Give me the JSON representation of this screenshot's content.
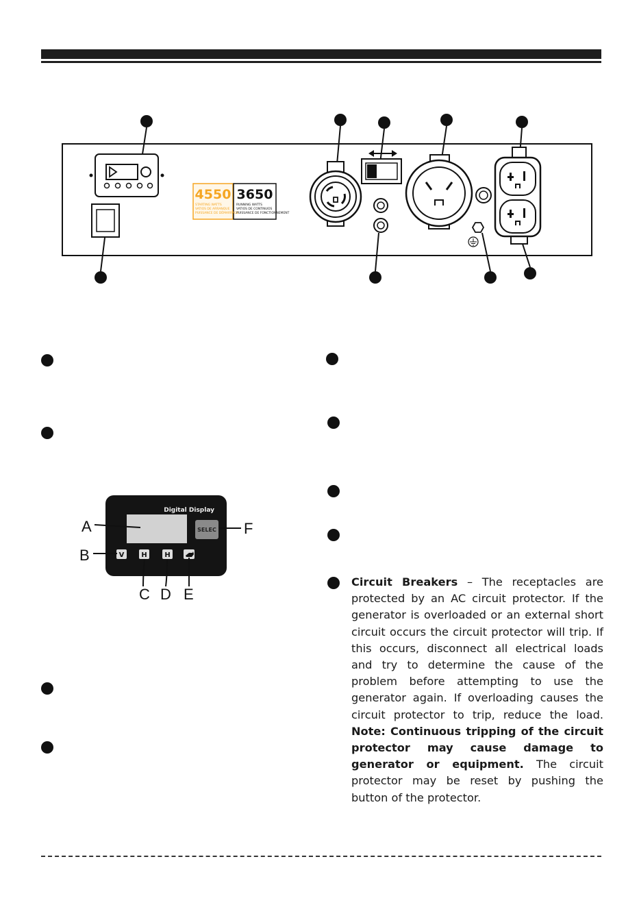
{
  "watt_label": {
    "starting_value": "4550",
    "starting_lines": [
      "STARTING WATTS",
      "VATIOS DE ARRANQUE",
      "PUISSANCE DE DÉMARRAGE"
    ],
    "running_value": "3650",
    "running_lines": [
      "RUNNING WATTS",
      "VATIOS DE CONTINUOS",
      "PUISSANCE DE FONCTIONNEMENT"
    ],
    "accent_color": "#f5a623"
  },
  "digital_display": {
    "title": "Digital Display",
    "select_label": "SELEC",
    "callouts": {
      "a": "A",
      "b": "B",
      "c": "C",
      "d": "D",
      "e": "E",
      "f": "F"
    },
    "indicators": {
      "volt": "V",
      "hz": "H",
      "hour": "H"
    }
  },
  "circuit_breakers": {
    "heading": "Circuit Breakers",
    "intro": " – The receptacles are protected by an AC circuit protector. If the generator is overloaded or an external short circuit occurs the circuit protector will trip. If this occurs, disconnect all electrical loads and try to determine the cause of  the problem before attempting to use the generator again. If overloading causes the circuit protector to trip, reduce the load. ",
    "note": "Note: Continuous tripping of the circuit protector may cause damage to generator or equipment.",
    "outro": " The circuit protector may be reset by pushing the button of the protector."
  }
}
